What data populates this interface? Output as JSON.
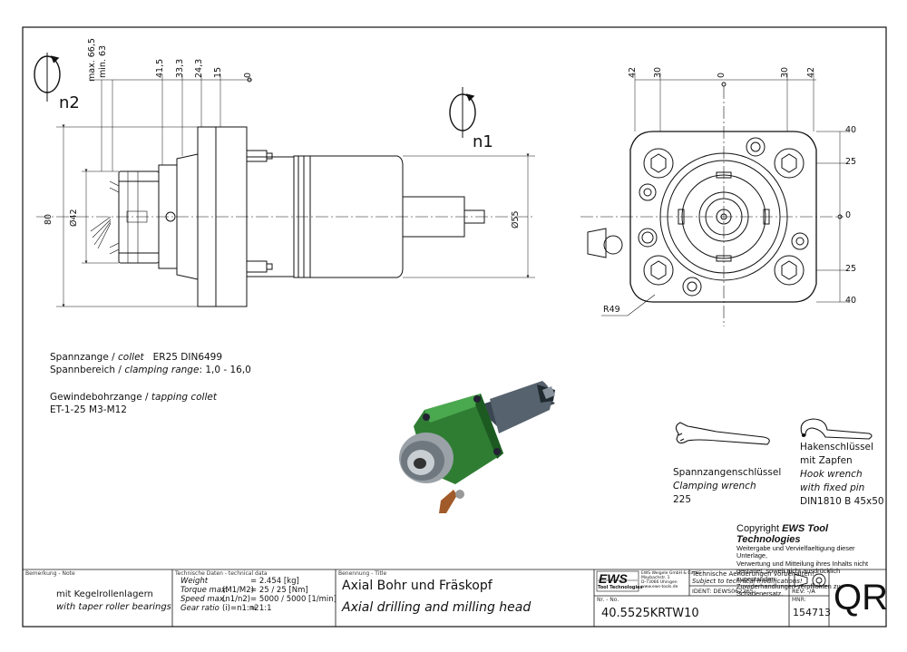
{
  "drawing": {
    "rotation_labels": {
      "n2": "n2",
      "n1": "n1"
    },
    "side_view_dims": {
      "top": [
        "max. 66,5",
        "min. 63",
        "41,5",
        "33,3",
        "24,3",
        "15",
        "0"
      ],
      "height": "80",
      "collet_dia": "Ø42",
      "body_dia": "Ø55"
    },
    "front_view_dims": {
      "top": [
        "42",
        "30",
        "0",
        "30",
        "42"
      ],
      "right": [
        "40",
        "25",
        "0",
        "25",
        "40"
      ],
      "radius": "R49"
    }
  },
  "specs": {
    "collet_line": {
      "de": "Spannzange /",
      "en": "collet",
      "value": "ER25   DIN6499"
    },
    "range_line": {
      "de": "Spannbereich /",
      "en": "clamping range",
      "value": ": 1,0 - 16,0"
    },
    "tapping_line": {
      "de": "Gewindebohrzange /",
      "en": "tapping collet"
    },
    "tapping_value": "ET-1-25   M3-M12"
  },
  "wrenches": {
    "collet_wrench": {
      "de": "Spannzangenschlüssel",
      "en": "Clamping wrench",
      "size": "225"
    },
    "hook_wrench": {
      "de1": "Hakenschlüssel",
      "de2": "mit Zapfen",
      "en1": "Hook wrench",
      "en2": "with fixed pin",
      "norm": "DIN1810 B 45x50"
    }
  },
  "copyright": {
    "title_prefix": "Copyright ",
    "brand": "EWS Tool Technologies",
    "lines": [
      "Weitergabe und Vervielfaeltigung dieser Unterlage,",
      "Verwertung und Mitteilung ihres Inhalts nicht",
      "gestattet, soweit nicht ausdrücklich zugestanden.",
      "Zuwiderhandlungen verpflichten zu Schadenersatz."
    ]
  },
  "titleblock": {
    "remark_header": "Bemerkung - Note",
    "remark_de": "mit Kegelrollenlagern",
    "remark_en": "with taper roller bearings",
    "tech_header": "Technische Daten - technical data",
    "tech_rows": [
      {
        "label": "Weight",
        "unit": "",
        "value": "=  2.454 [kg]"
      },
      {
        "label": "Torque max.",
        "unit": "(M1/M2)",
        "value": "=  25 / 25 [Nm]"
      },
      {
        "label": "Speed max.",
        "unit": "(n1/n2)",
        "value": "=  5000 / 5000 [1/min]"
      },
      {
        "label": "Gear ratio",
        "unit": "(i)=n1:n2",
        "value": "=  1:1"
      }
    ],
    "title_header": "Benennung - Title",
    "title_de": "Axial Bohr und Fräskopf",
    "title_en": "Axial drilling and milling head",
    "logo_text": "EWS",
    "logo_sub": "Tool Technologies",
    "company_lines": [
      "EWS Weigele GmbH & Co. KG",
      "Maybachstr. 1",
      "D-73066 Uhingen",
      "www.ews-tools.de"
    ],
    "notice_de": "Technische Aenderungen vorbehalten!",
    "notice_en": "Subject to technical modifications!",
    "ident": "IDENT:  DEWS062265",
    "rev": "REV:  -/A",
    "nr_header": "Nr. - No.",
    "number": "40.5525KRTW10",
    "mnr_header": "MNR:",
    "mnr": "154713",
    "qr": "QR"
  }
}
